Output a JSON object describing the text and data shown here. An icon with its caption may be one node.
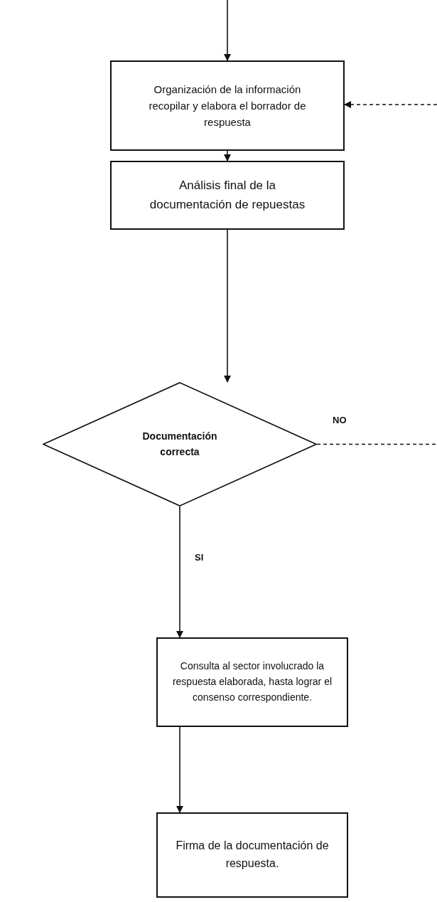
{
  "diagram": {
    "nodes": [
      {
        "text": [
          "Organización de la información recopilar y elabora el borrador de respuesta"
        ]
      },
      {
        "text": [
          "Análisis final de la documentación de repuestas"
        ]
      },
      {
        "text": [
          "Documentación correcta"
        ]
      },
      {
        "text": [
          "Consulta al sector involucrado la respuesta elaborada, hasta lograr el consenso correspondiente."
        ]
      },
      {
        "text": [
          "Firma de la documentación de respuesta."
        ]
      }
    ],
    "edges": [
      {
        "from": null,
        "to": 0,
        "arrow": "to"
      },
      {
        "from": 0,
        "to": 1,
        "arrow": "to"
      },
      {
        "from": 1,
        "to": 2,
        "arrow": "to"
      },
      {
        "from": 2,
        "to": null,
        "arrow": "none",
        "style": "dashed",
        "label": "NO"
      },
      {
        "from": 2,
        "to": 3,
        "arrow": "to",
        "label": "SI"
      },
      {
        "from": 3,
        "to": 4,
        "arrow": "to"
      },
      {
        "from": null,
        "to": 0,
        "arrow": "to",
        "style": "dashed"
      }
    ]
  }
}
